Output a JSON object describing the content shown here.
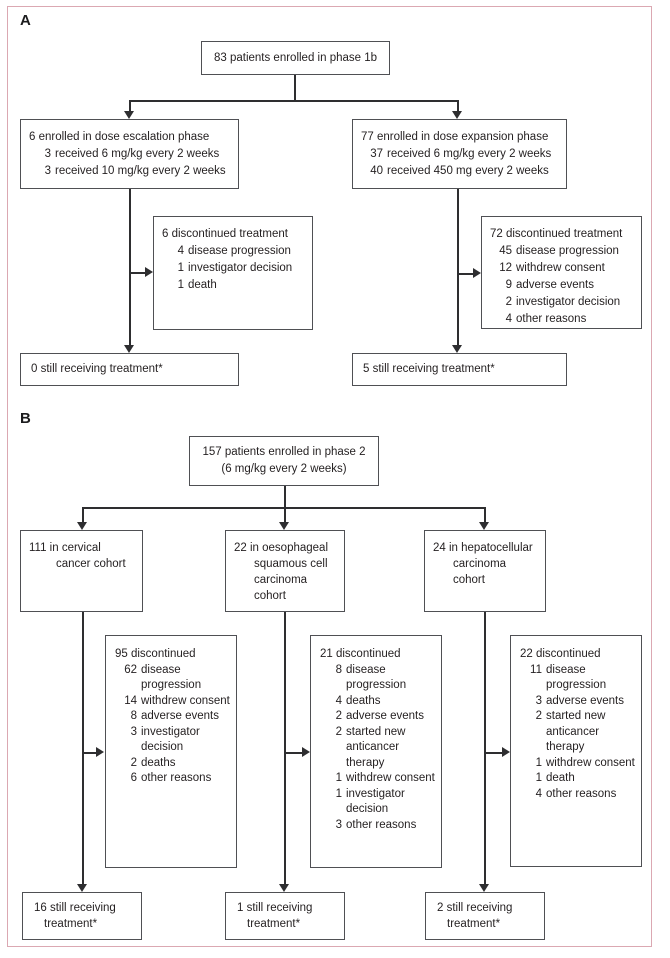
{
  "colors": {
    "frame_border": "#dba8b2",
    "box_border": "#4f5054",
    "connector": "#2e2e30",
    "text": "#231f20"
  },
  "panelA": {
    "label": "A",
    "enrolled_box": {
      "text": "83 patients enrolled in phase 1b"
    },
    "escalation_box": {
      "title": "6 enrolled in dose escalation phase",
      "items": [
        {
          "n": "3",
          "label": "received 6 mg/kg every 2 weeks"
        },
        {
          "n": "3",
          "label": "received 10 mg/kg every 2 weeks"
        }
      ]
    },
    "expansion_box": {
      "title": "77 enrolled in dose expansion phase",
      "items": [
        {
          "n": "37",
          "label": "received 6 mg/kg every 2 weeks"
        },
        {
          "n": "40",
          "label": "received 450 mg every 2 weeks"
        }
      ]
    },
    "discontinued_escalation_box": {
      "title": "6 discontinued treatment",
      "items": [
        {
          "n": "4",
          "label": "disease progression"
        },
        {
          "n": "1",
          "label": "investigator decision"
        },
        {
          "n": "1",
          "label": "death"
        }
      ]
    },
    "discontinued_expansion_box": {
      "title": "72 discontinued treatment",
      "items": [
        {
          "n": "45",
          "label": "disease progression"
        },
        {
          "n": "12",
          "label": "withdrew consent"
        },
        {
          "n": "9",
          "label": "adverse events"
        },
        {
          "n": "2",
          "label": "investigator decision"
        },
        {
          "n": "4",
          "label": "other reasons"
        }
      ]
    },
    "still_escalation_box": {
      "text": "0 still receiving treatment*"
    },
    "still_expansion_box": {
      "text": "5 still receiving treatment*"
    }
  },
  "panelB": {
    "label": "B",
    "enrolled_box": {
      "line1": "157 patients enrolled in phase 2",
      "line2": "(6 mg/kg every 2 weeks)"
    },
    "cervical_box": {
      "first": "111 in cervical",
      "cont": [
        "cancer cohort"
      ]
    },
    "oesophageal_box": {
      "first": "22 in oesophageal",
      "cont": [
        "squamous cell",
        "carcinoma",
        "cohort"
      ]
    },
    "hepatocellular_box": {
      "first": "24 in hepatocellular",
      "cont": [
        "carcinoma",
        "cohort"
      ]
    },
    "discontinued_cervical_box": {
      "title": "95 discontinued",
      "items": [
        {
          "n": "62",
          "label": "disease progression"
        },
        {
          "n": "14",
          "label": "withdrew consent"
        },
        {
          "n": "8",
          "label": "adverse events"
        },
        {
          "n": "3",
          "label": "investigator decision"
        },
        {
          "n": "2",
          "label": "deaths"
        },
        {
          "n": "6",
          "label": "other reasons"
        }
      ]
    },
    "discontinued_oesophageal_box": {
      "title": "21 discontinued",
      "items": [
        {
          "n": "8",
          "label": "disease progression"
        },
        {
          "n": "4",
          "label": "deaths"
        },
        {
          "n": "2",
          "label": "adverse events"
        },
        {
          "n": "2",
          "label": "started new anticancer therapy"
        },
        {
          "n": "1",
          "label": "withdrew consent"
        },
        {
          "n": "1",
          "label": "investigator decision"
        },
        {
          "n": "3",
          "label": "other reasons"
        }
      ]
    },
    "discontinued_hepatocellular_box": {
      "title": "22 discontinued",
      "items": [
        {
          "n": "11",
          "label": "disease progression"
        },
        {
          "n": "3",
          "label": "adverse events"
        },
        {
          "n": "2",
          "label": "started new anticancer therapy"
        },
        {
          "n": "1",
          "label": "withdrew consent"
        },
        {
          "n": "1",
          "label": "death"
        },
        {
          "n": "4",
          "label": "other reasons"
        }
      ]
    },
    "still_cervical_box": {
      "first": "16 still receiving",
      "cont": [
        "treatment*"
      ]
    },
    "still_oesophageal_box": {
      "first": "1 still receiving",
      "cont": [
        "treatment*"
      ]
    },
    "still_hepatocellular_box": {
      "first": "2 still receiving",
      "cont": [
        "treatment*"
      ]
    }
  }
}
